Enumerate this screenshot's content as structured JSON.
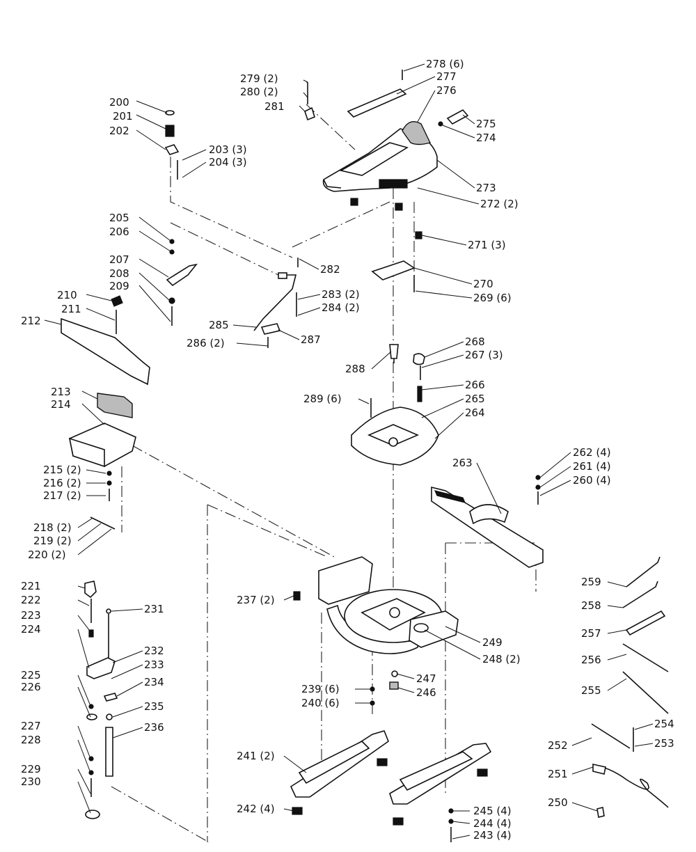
{
  "labels": {
    "200": "200",
    "201": "201",
    "202": "202",
    "203": "203 (3)",
    "204": "204 (3)",
    "205": "205",
    "206": "206",
    "207": "207",
    "208": "208",
    "209": "209",
    "210": "210",
    "211": "211",
    "212": "212",
    "213": "213",
    "214": "214",
    "215": "215 (2)",
    "216": "216 (2)",
    "217": "217 (2)",
    "218": "218 (2)",
    "219": "219 (2)",
    "220": "220 (2)",
    "221": "221",
    "222": "222",
    "223": "223",
    "224": "224",
    "225": "225",
    "226": "226",
    "227": "227",
    "228": "228",
    "229": "229",
    "230": "230",
    "231": "231",
    "232": "232",
    "233": "233",
    "234": "234",
    "235": "235",
    "236": "236",
    "237": "237 (2)",
    "239": "239 (6)",
    "240": "240 (6)",
    "241": "241 (2)",
    "242": "242 (4)",
    "243": "243 (4)",
    "244": "244 (4)",
    "245": "245 (4)",
    "246": "246",
    "247": "247",
    "248": "248 (2)",
    "249": "249",
    "250": "250",
    "251": "251",
    "252": "252",
    "253": "253",
    "254": "254",
    "255": "255",
    "256": "256",
    "257": "257",
    "258": "258",
    "259": "259",
    "260": "260 (4)",
    "261": "261 (4)",
    "262": "262 (4)",
    "263": "263",
    "264": "264",
    "265": "265",
    "266": "266",
    "267": "267 (3)",
    "268": "268",
    "269": "269 (6)",
    "270": "270",
    "271": "271 (3)",
    "272": "272 (2)",
    "273": "273",
    "274": "274",
    "275": "275",
    "276": "276",
    "277": "277",
    "278": "278 (6)",
    "279": "279 (2)",
    "280": "280 (2)",
    "281": "281",
    "282": "282",
    "283": "283 (2)",
    "284": "284 (2)",
    "285": "285",
    "286": "286 (2)",
    "287": "287",
    "288": "288",
    "289": "289 (6)"
  }
}
